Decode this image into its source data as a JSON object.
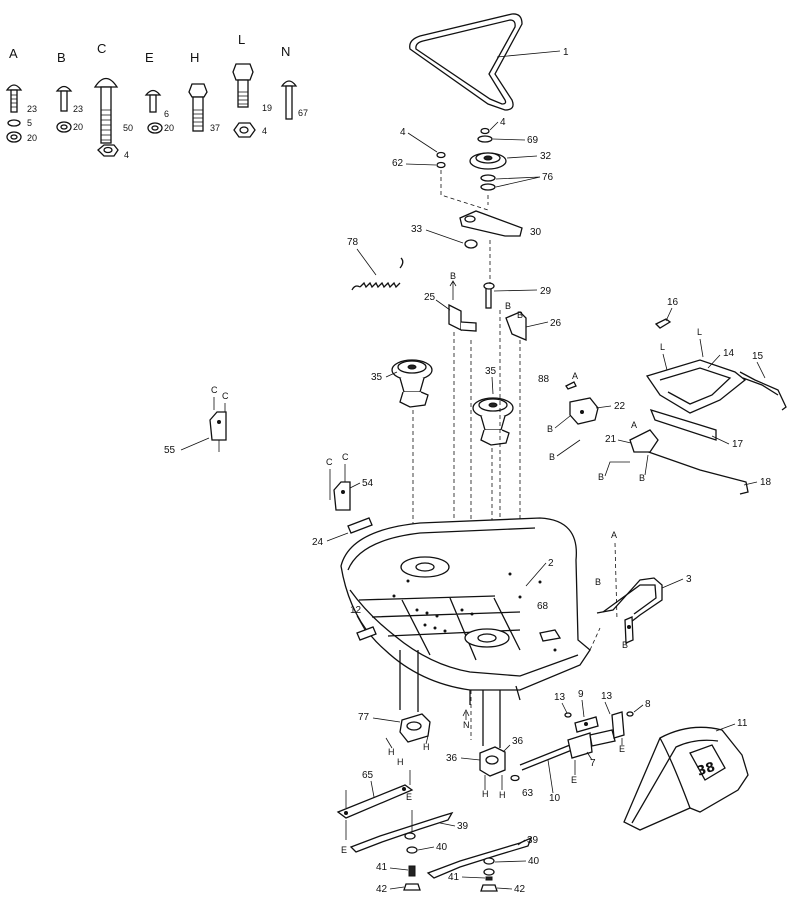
{
  "hardware_key": [
    {
      "letter": "A",
      "qty": [
        "23",
        "5",
        "20"
      ]
    },
    {
      "letter": "B",
      "qty": [
        "23",
        "20"
      ]
    },
    {
      "letter": "C",
      "qty": [
        "50",
        "4"
      ]
    },
    {
      "letter": "E",
      "qty": [
        "6",
        "20"
      ]
    },
    {
      "letter": "H",
      "qty": [
        "37"
      ]
    },
    {
      "letter": "L",
      "qty": [
        "19",
        "4"
      ]
    },
    {
      "letter": "N",
      "qty": [
        "67"
      ]
    }
  ],
  "parts": {
    "p1": "1",
    "p2": "2",
    "p3": "3",
    "p4a": "4",
    "p4b": "4",
    "p7": "7",
    "p8": "8",
    "p9": "9",
    "p10": "10",
    "p11": "11",
    "p12": "12",
    "p13a": "13",
    "p13b": "13",
    "p14": "14",
    "p15": "15",
    "p16": "16",
    "p17": "17",
    "p18": "18",
    "p21": "21",
    "p22": "22",
    "p24": "24",
    "p25": "25",
    "p26": "26",
    "p29": "29",
    "p30": "30",
    "p32": "32",
    "p33": "33",
    "p35a": "35",
    "p35b": "35",
    "p36a": "36",
    "p36b": "36",
    "p39a": "39",
    "p39b": "39",
    "p40a": "40",
    "p40b": "40",
    "p41a": "41",
    "p41b": "41",
    "p42a": "42",
    "p42b": "42",
    "p54": "54",
    "p55": "55",
    "p62": "62",
    "p63": "63",
    "p65": "65",
    "p68": "68",
    "p69": "69",
    "p76": "76",
    "p77": "77",
    "p78": "78",
    "p88": "88"
  },
  "refs": {
    "r_A": "A",
    "r_B": "B",
    "r_C": "C",
    "r_E": "E",
    "r_H": "H",
    "r_L": "L",
    "r_N": "N"
  },
  "shroud_emblem": "38"
}
